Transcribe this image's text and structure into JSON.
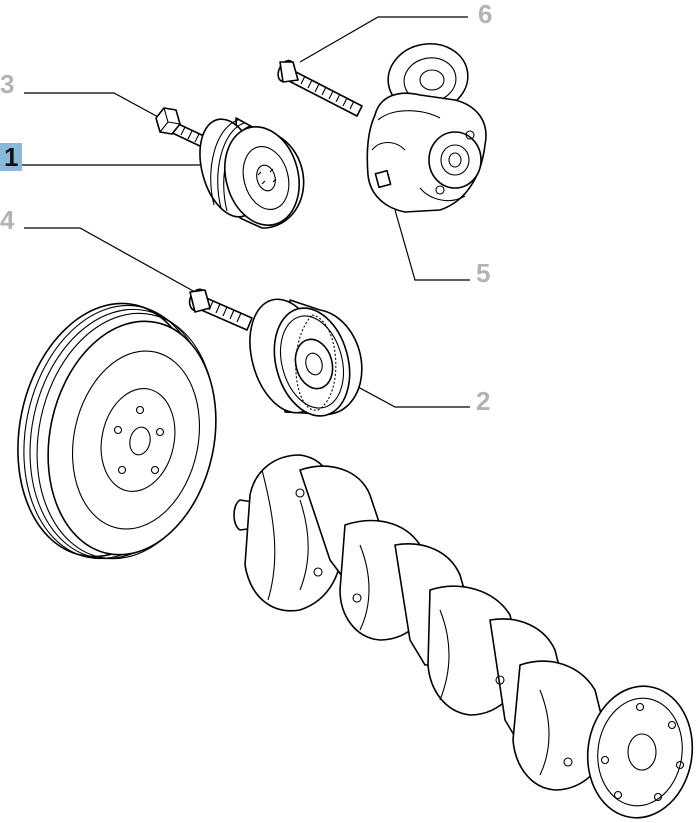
{
  "diagram": {
    "callouts": [
      {
        "id": "1",
        "label": "1",
        "selected": true
      },
      {
        "id": "2",
        "label": "2",
        "selected": false
      },
      {
        "id": "3",
        "label": "3",
        "selected": false
      },
      {
        "id": "4",
        "label": "4",
        "selected": false
      },
      {
        "id": "5",
        "label": "5",
        "selected": false
      },
      {
        "id": "6",
        "label": "6",
        "selected": false
      }
    ],
    "highlight_color": "#8ab8d9",
    "callout_color": "#b3b3b3"
  }
}
